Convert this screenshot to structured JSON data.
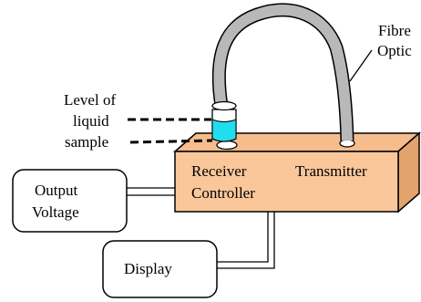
{
  "labels": {
    "fibre": "Fibre",
    "optic": "Optic",
    "level_line1": "Level of",
    "level_line2": "liquid",
    "level_line3": "sample",
    "receiver": "Receiver",
    "transmitter": "Transmitter",
    "controller": "Controller",
    "output_line1": "Output",
    "output_line2": "Voltage",
    "display": "Display"
  },
  "colors": {
    "controller_front": "#FAC79A",
    "controller_top": "#F6BC8C",
    "controller_side": "#E3A36E",
    "fibre_cable": "#B8B8B8",
    "liquid": "#22DDEE",
    "outline": "#000000"
  }
}
